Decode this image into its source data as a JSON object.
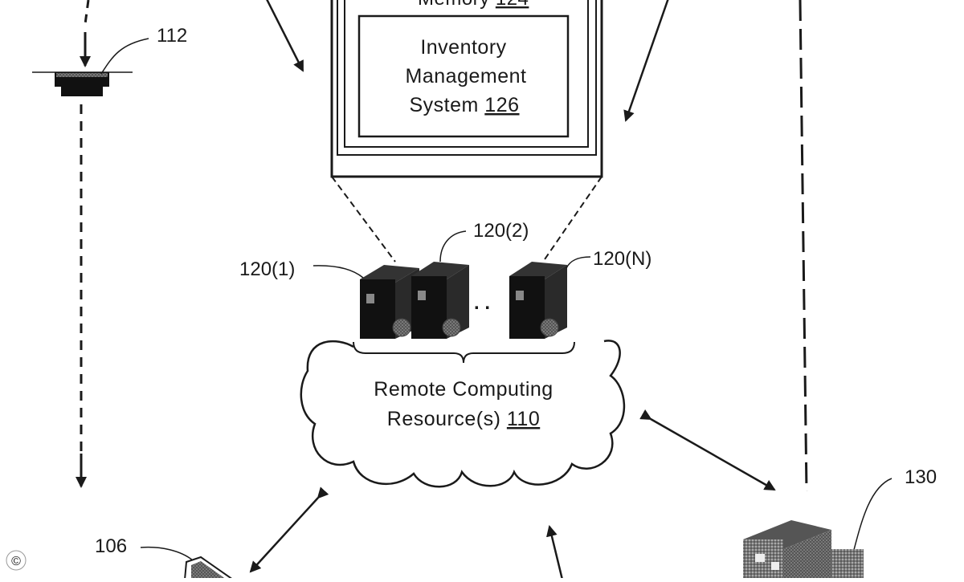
{
  "memory": {
    "label": "Memory",
    "ref": "124"
  },
  "ims": {
    "line1": "Inventory",
    "line2": "Management",
    "line3": "System",
    "ref": "126"
  },
  "servers": {
    "ref1": "120(1)",
    "ref2": "120(2)",
    "refN": "120(N)",
    "ellipsis": ". ."
  },
  "cloud": {
    "line1": "Remote Computing",
    "line2": "Resource(s)",
    "ref": "110"
  },
  "refs": {
    "sensor": "112",
    "device_left": "106",
    "device_right": "130"
  },
  "corner_mark": "©"
}
